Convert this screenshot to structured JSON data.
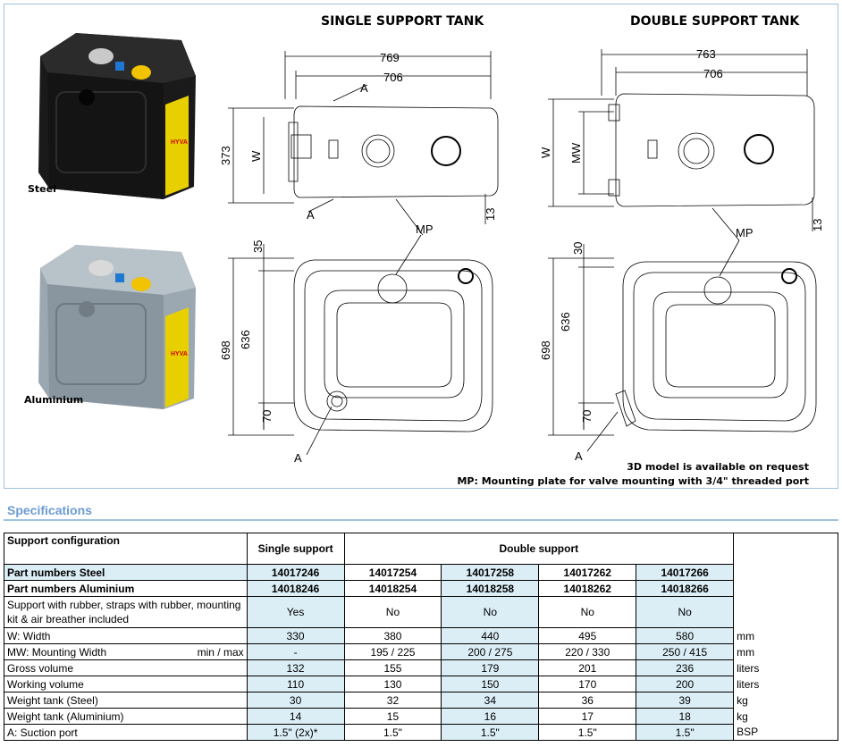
{
  "titles": {
    "single": "SINGLE SUPPORT TANK",
    "double": "DOUBLE SUPPORT TANK"
  },
  "product_labels": {
    "steel": "Steel",
    "aluminium": "Aluminium"
  },
  "product_logo": "HYVA",
  "notes": {
    "line1": "3D model is available on request",
    "line2": "MP: Mounting plate for valve mounting with 3/4\" threaded port"
  },
  "dimensions_single": {
    "overall_length": "769",
    "inner_length": "706",
    "height": "373",
    "width": "W",
    "bottom_offset": "13",
    "top_a": "A",
    "bottom_a": "A",
    "mp": "MP",
    "plan_offset": "35",
    "plan_depth": "636",
    "plan_total": "698",
    "plan_low": "70",
    "plan_a": "A"
  },
  "dimensions_double": {
    "overall_length": "763",
    "inner_length": "706",
    "width": "W",
    "mounting_width": "MW",
    "bottom_offset": "13",
    "mp": "MP",
    "plan_offset": "30",
    "plan_depth": "636",
    "plan_total": "698",
    "plan_low": "70",
    "plan_a": "A"
  },
  "spec_heading": "Specifications",
  "table": {
    "h_config": "Support configuration",
    "h_single": "Single support",
    "h_double": "Double support",
    "row_steel": {
      "label": "Part numbers Steel",
      "vals": [
        "14017246",
        "14017254",
        "14017258",
        "14017262",
        "14017266"
      ]
    },
    "row_alu": {
      "label": "Part numbers Aluminium",
      "vals": [
        "14018246",
        "14018254",
        "14018258",
        "14018262",
        "14018266"
      ]
    },
    "row_support": {
      "label": "Support with rubber, straps with rubber, mounting kit & air breather included",
      "vals": [
        "Yes",
        "No",
        "No",
        "No",
        "No"
      ]
    },
    "rows": [
      {
        "label": "W: Width",
        "sub": "",
        "vals": [
          "330",
          "380",
          "440",
          "495",
          "580"
        ],
        "unit": "mm"
      },
      {
        "label": "MW: Mounting Width",
        "sub": "min / max",
        "vals": [
          "-",
          "195 / 225",
          "200 / 275",
          "220 / 330",
          "250 / 415"
        ],
        "unit": "mm"
      },
      {
        "label": "Gross volume",
        "sub": "",
        "vals": [
          "132",
          "155",
          "179",
          "201",
          "236"
        ],
        "unit": "liters"
      },
      {
        "label": "Working volume",
        "sub": "",
        "vals": [
          "110",
          "130",
          "150",
          "170",
          "200"
        ],
        "unit": "liters"
      },
      {
        "label": "Weight tank (Steel)",
        "sub": "",
        "vals": [
          "30",
          "32",
          "34",
          "36",
          "39"
        ],
        "unit": "kg"
      },
      {
        "label": "Weight tank (Aluminium)",
        "sub": "",
        "vals": [
          "14",
          "15",
          "16",
          "17",
          "18"
        ],
        "unit": "kg"
      },
      {
        "label": "A: Suction port",
        "sub": "",
        "vals": [
          "1.5\" (2x)*",
          "1.5\"",
          "1.5\"",
          "1.5\"",
          "1.5\""
        ],
        "unit": "BSP"
      }
    ]
  }
}
